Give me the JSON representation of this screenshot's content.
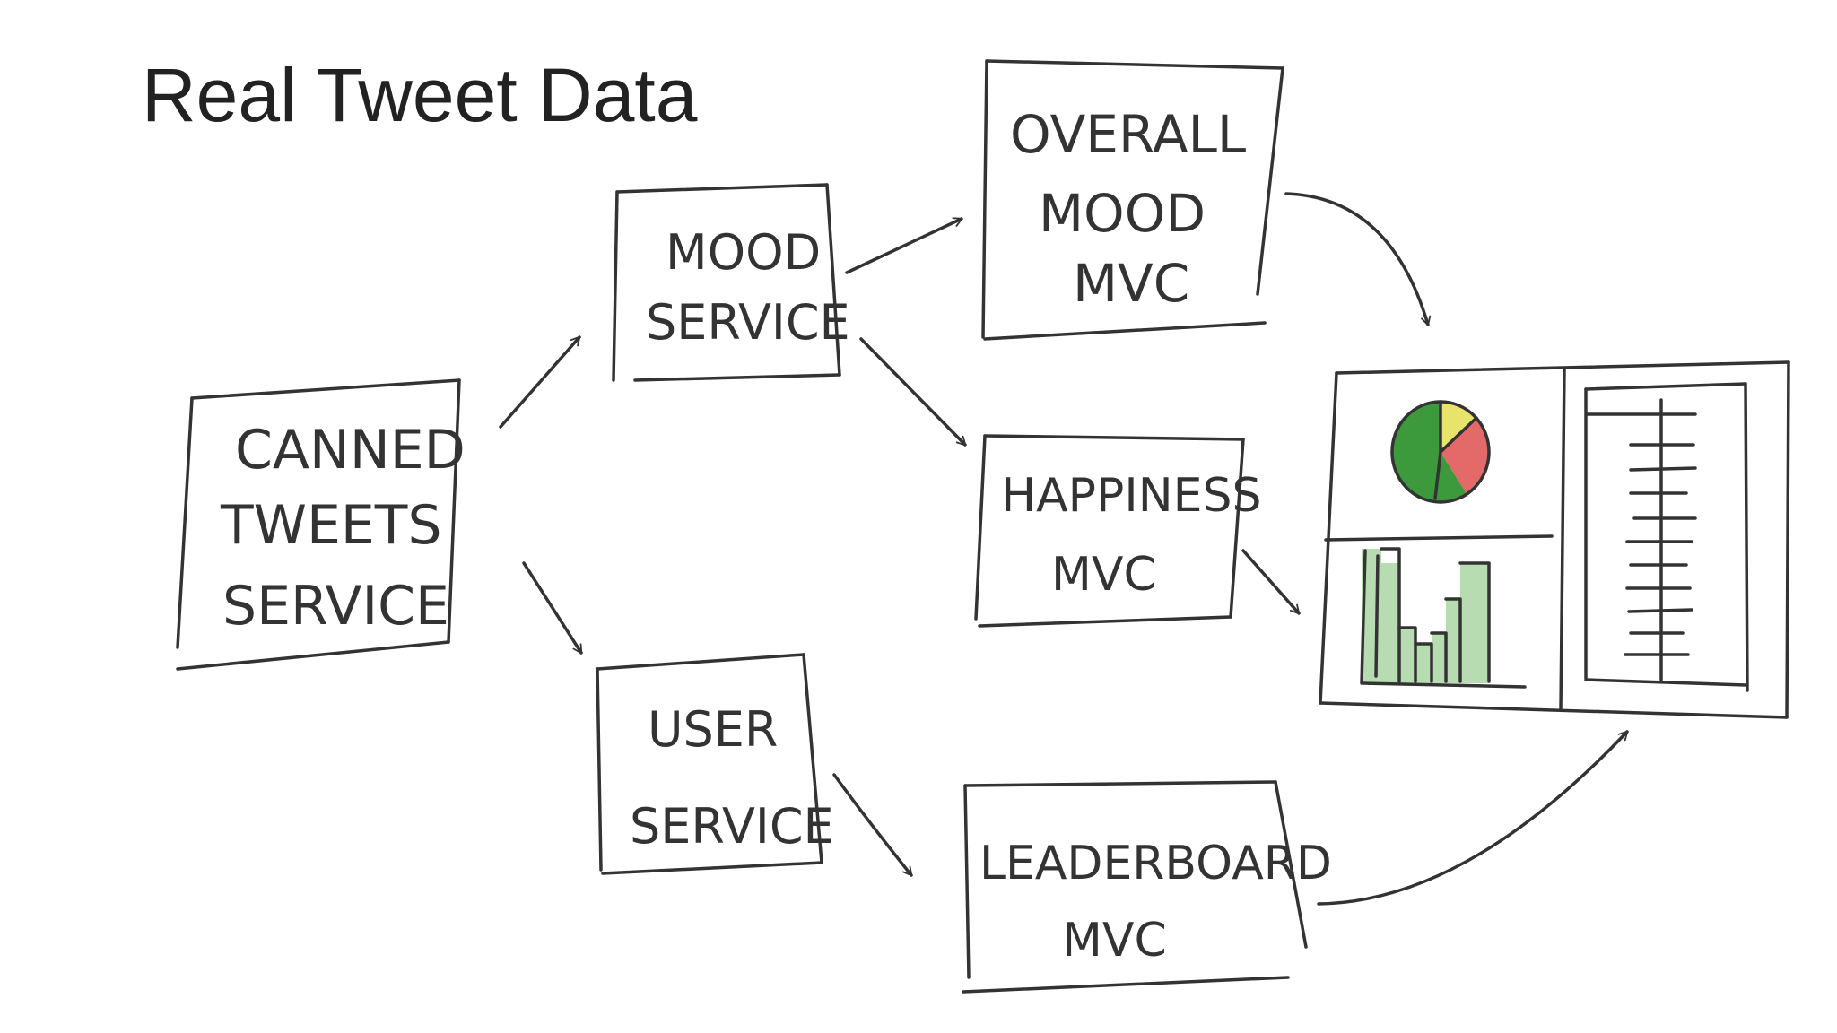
{
  "title": "Real Tweet Data",
  "nodes": {
    "canned_tweets": [
      "CANNED",
      "TWEETS",
      "SERVICE"
    ],
    "mood_service": [
      "MOOD",
      "SERVICE"
    ],
    "user_service": [
      "USER",
      "SERVICE"
    ],
    "overall_mood": [
      "OVERALL",
      "MOOD",
      "MVC"
    ],
    "happiness": [
      "HAPPINESS",
      "MVC"
    ],
    "leaderboard": [
      "LEADERBOARD",
      "MVC"
    ]
  },
  "colors": {
    "ink": "#333333",
    "pie_green": "#3c9a3c",
    "pie_red": "#e46a6a",
    "pie_yellow": "#e8e36a",
    "bar_fill": "#b7dcb2"
  }
}
